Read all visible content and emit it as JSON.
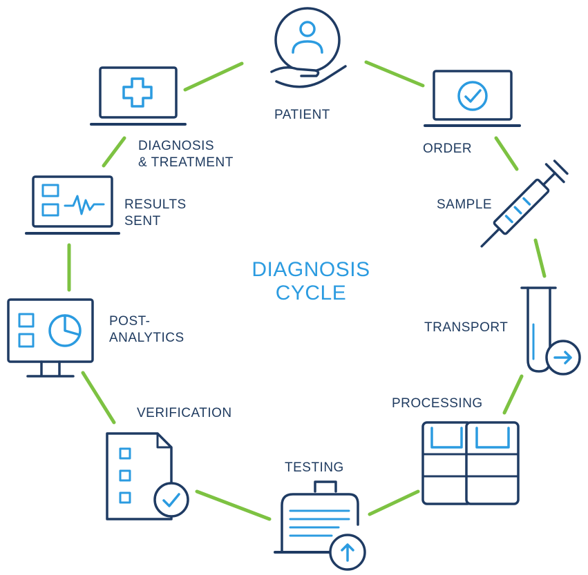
{
  "title": {
    "line1": "DIAGNOSIS",
    "line2": "CYCLE"
  },
  "stages": {
    "patient": {
      "label": "PATIENT"
    },
    "order": {
      "label": "ORDER"
    },
    "sample": {
      "label": "SAMPLE"
    },
    "transport": {
      "label": "TRANSPORT"
    },
    "processing": {
      "label": "PROCESSING"
    },
    "testing": {
      "label": "TESTING"
    },
    "verification": {
      "label": "VERIFICATION"
    },
    "post_analytics": {
      "line1": "POST-",
      "line2": "ANALYTICS"
    },
    "results_sent": {
      "line1": "RESULTS",
      "line2": "SENT"
    },
    "diagnosis_treatment": {
      "line1": "DIAGNOSIS",
      "line2": "& TREATMENT"
    }
  },
  "colors": {
    "ring": "#7dc242",
    "icon_dark": "#1f3b63",
    "icon_accent": "#2b9be0",
    "label": "#1e3a5f",
    "title": "#2b9be0"
  },
  "icons": [
    "patient-hand-icon",
    "laptop-check-icon",
    "syringe-icon",
    "test-tube-arrow-icon",
    "analyzer-machines-icon",
    "testing-machine-upload-icon",
    "checklist-check-icon",
    "monitor-pie-chart-icon",
    "laptop-waveform-icon",
    "laptop-medical-cross-icon"
  ]
}
